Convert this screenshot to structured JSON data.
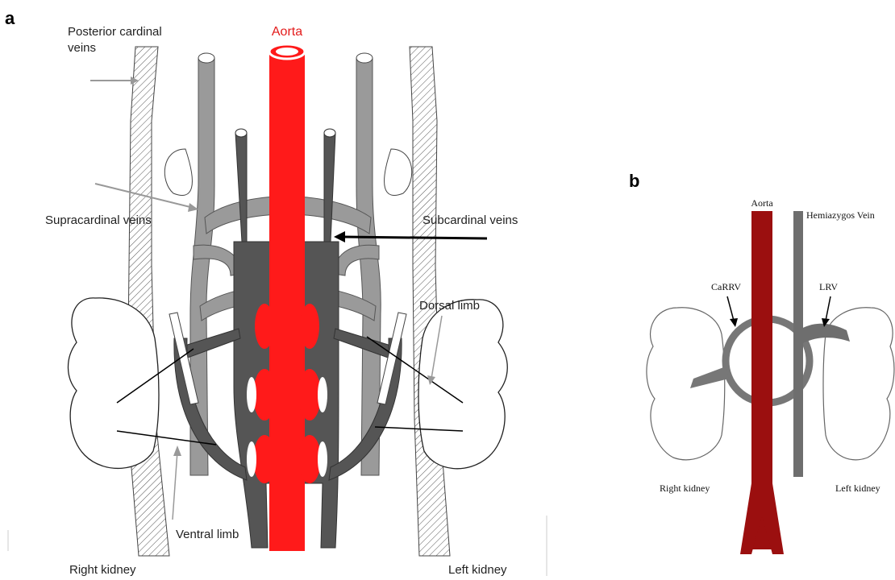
{
  "panel_a": {
    "letter": "a",
    "labels": {
      "aorta": "Aorta",
      "posterior_cardinal_veins_line1": "Posterior cardinal",
      "posterior_cardinal_veins_line2": "veins",
      "supracardinal_veins": "Supracardinal veins",
      "subcardinal_veins": "Subcardinal veins",
      "dorsal_limb": "Dorsal limb",
      "ventral_limb": "Ventral limb",
      "right_kidney": "Right kidney",
      "left_kidney": "Left kidney"
    }
  },
  "panel_b": {
    "letter": "b",
    "labels": {
      "aorta": "Aorta",
      "hemiazygos_vein": "Hemiazygos Vein",
      "carrv": "CaRRV",
      "lrv": "LRV",
      "right_kidney": "Right kidney",
      "left_kidney": "Left kidney"
    }
  },
  "colors": {
    "aorta_a": "#ff1a1a",
    "aorta_b": "#9b0f0f",
    "subcardinal": "#555555",
    "supracardinal": "#9a9a9a",
    "hemiazygos": "#6e6e6e"
  }
}
